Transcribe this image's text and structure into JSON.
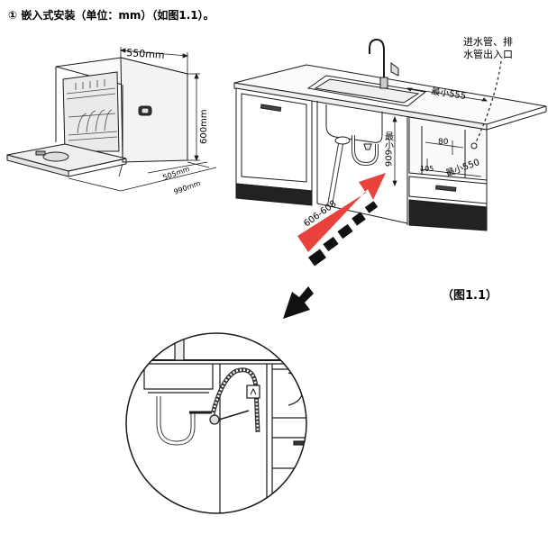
{
  "title": "① 嵌入式安装（单位：mm）（如图1.1）。",
  "figure_caption": "（图1.1）",
  "dishwasher": {
    "width_label": "550mm",
    "height_label": "600mm",
    "depth_label": "505mm",
    "door_open_label": "990mm"
  },
  "cabinet": {
    "pipe_note_line1": "进水管、排",
    "pipe_note_line2": "水管出入口",
    "min_width_label": "最小555",
    "min_depth_label": "最小550",
    "min_height_label": "最小606",
    "dim_80": "80",
    "dim_105": "105",
    "arrow_range_label": "606-608"
  },
  "colors": {
    "line": "#1a1a1a",
    "red_arrow": "#e8423c",
    "black_dash": "#111111"
  }
}
